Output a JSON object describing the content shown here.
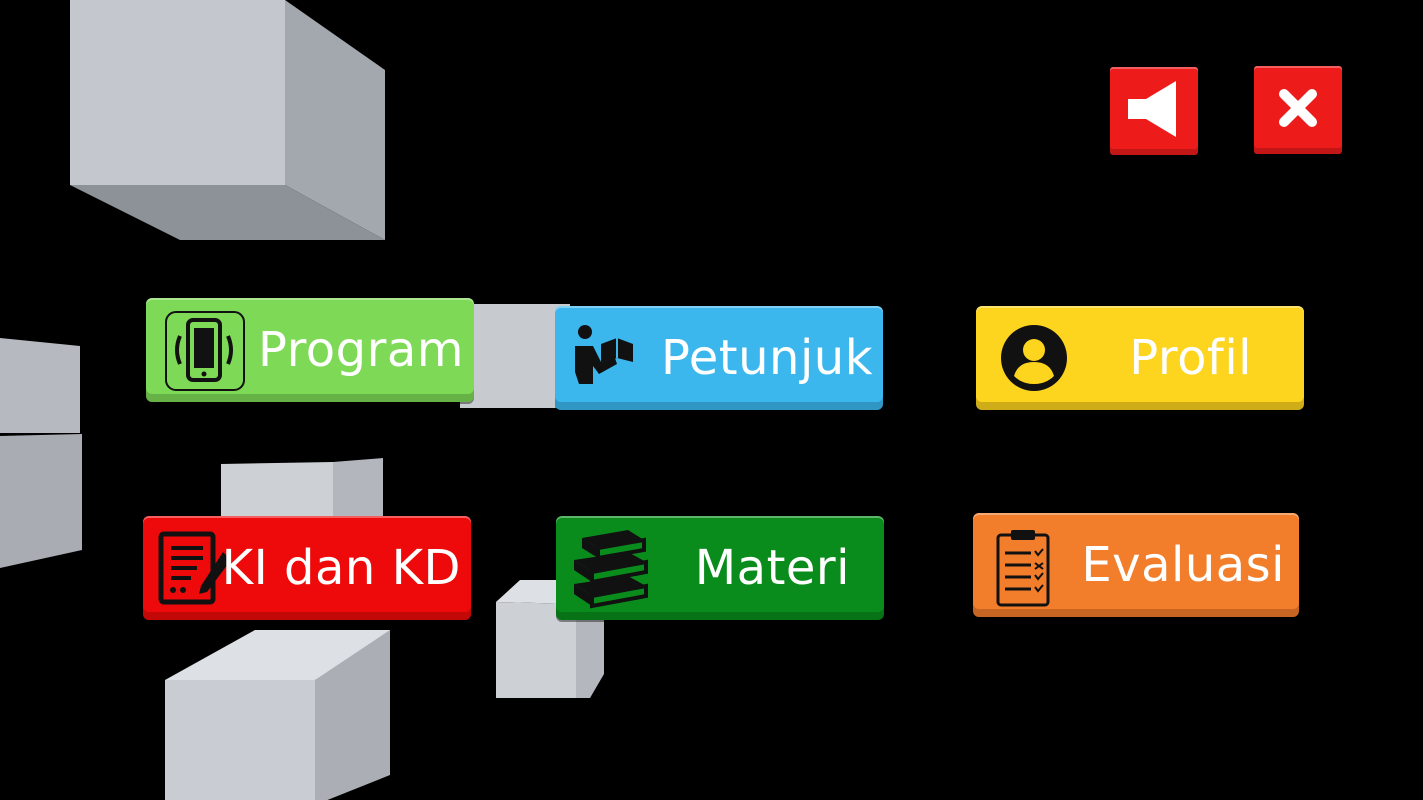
{
  "colors": {
    "background": "#000000",
    "program": "#7ed957",
    "petunjuk": "#3bb7ee",
    "profil": "#fdd41e",
    "ki_kd": "#ee0a0a",
    "materi": "#0a8c1c",
    "evaluasi": "#f27d2a",
    "top_buttons": "#ee1b1b",
    "cube_light": "#c9ccd2"
  },
  "top_bar": {
    "sound_icon": "speaker-icon",
    "close_icon": "close-x-icon"
  },
  "menu": {
    "program": {
      "label": "Program",
      "icon": "phone-rotate-icon"
    },
    "petunjuk": {
      "label": "Petunjuk",
      "icon": "person-reading-icon"
    },
    "profil": {
      "label": "Profil",
      "icon": "user-avatar-icon"
    },
    "ki_kd": {
      "label": "KI dan KD",
      "icon": "document-pen-icon"
    },
    "materi": {
      "label": "Materi",
      "icon": "books-stack-icon"
    },
    "evaluasi": {
      "label": "Evaluasi",
      "icon": "clipboard-checklist-icon"
    }
  }
}
